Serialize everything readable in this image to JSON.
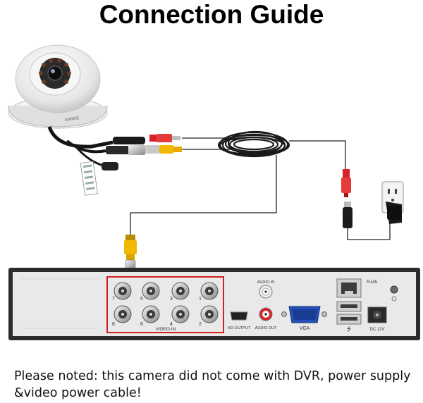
{
  "title": "Connection Guide",
  "camera": {
    "brand_label": "ANNKE"
  },
  "dvr": {
    "video_in_label": "VIDEO IN",
    "bnc_top_numbers": [
      "7",
      "5",
      "3",
      "1"
    ],
    "bnc_bottom_numbers": [
      "8",
      "6",
      "4",
      "2"
    ],
    "hd_output_label": "HD-OUTPUT",
    "audio_in_label": "AUDIO IN",
    "audio_out_label": "AUDIO OUT",
    "vga_label": "VGA",
    "rj45_label": "RJ45",
    "usb_symbol": "⭍",
    "dc_label": "DC 12V"
  },
  "note": "Please noted: this camera did not come with DVR, power supply &video power cable!",
  "colors": {
    "highlight_box": "#d21f1f",
    "rca_yellow": "#f2b800",
    "rca_red": "#d8212a",
    "dvr_body": "#e9e9e9",
    "dvr_frame": "#2b2b2b"
  }
}
